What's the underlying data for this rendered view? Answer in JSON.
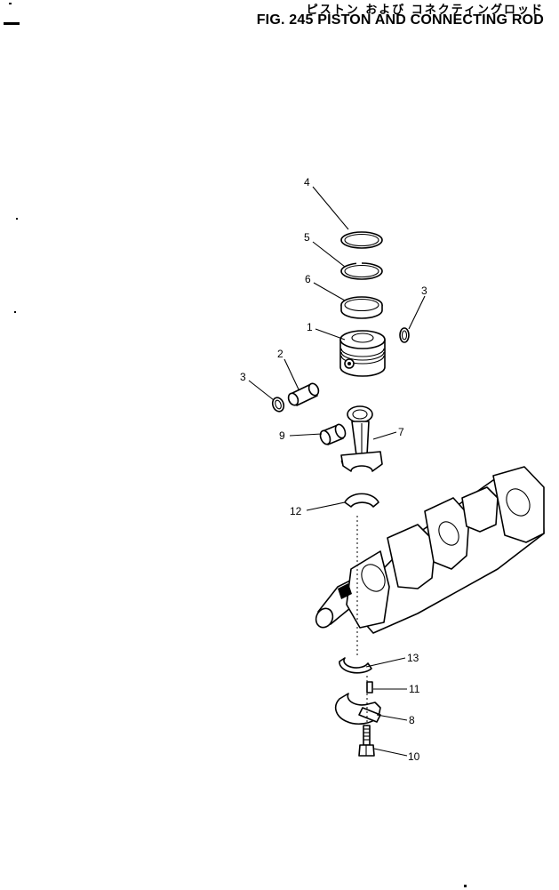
{
  "title": {
    "japanese": "ピストン および コネクティングロッド",
    "english": "FIG. 245  PISTON AND CONNECTING ROD"
  },
  "labels": {
    "l1": "1",
    "l2": "2",
    "l3a": "3",
    "l3b": "3",
    "l4": "4",
    "l5": "5",
    "l6": "6",
    "l7": "7",
    "l8": "8",
    "l9": "9",
    "l10": "10",
    "l11": "11",
    "l12": "12",
    "l13": "13"
  }
}
